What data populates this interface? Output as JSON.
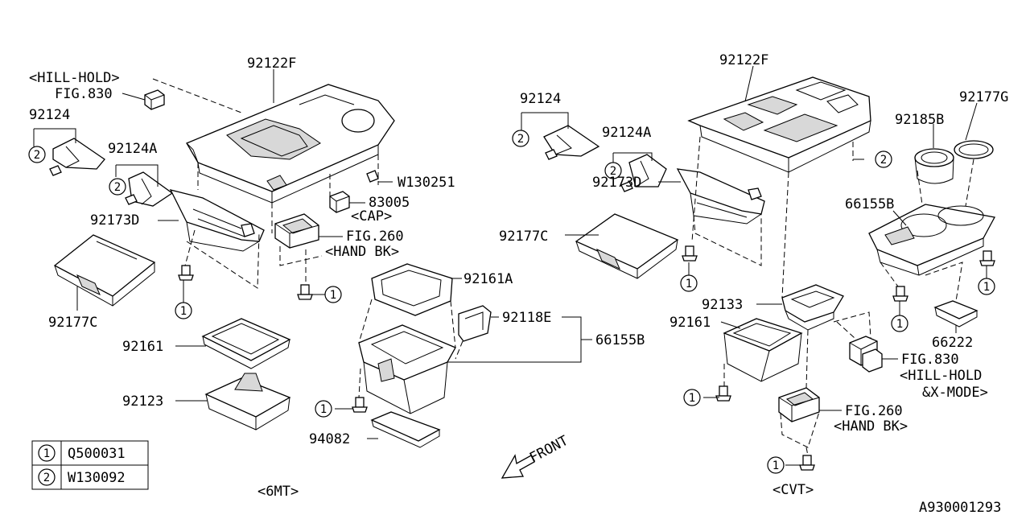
{
  "labels": {
    "hillhold_l": "<HILL-HOLD>",
    "fig830_l": "FIG.830",
    "p92122F_l": "92122F",
    "p92124_l": "92124",
    "p92124A_l": "92124A",
    "p92173D_l": "92173D",
    "pW130251": "W130251",
    "p83005": "83005",
    "cap": "<CAP>",
    "fig260_l": "FIG.260",
    "handbk_l": "<HAND BK>",
    "p92177C_l": "92177C",
    "p92161A": "92161A",
    "p92161_l": "92161",
    "p92118E": "92118E",
    "p66155B_c": "66155B",
    "p92123": "92123",
    "p94082": "94082",
    "p6mt": "<6MT>",
    "front": "FRONT",
    "p92124_r": "92124",
    "p92124A_r": "92124A",
    "p92173D_r": "92173D",
    "p92177C_r": "92177C",
    "p92122F_r": "92122F",
    "p92177G": "92177G",
    "p92185B": "92185B",
    "p66155B_r": "66155B",
    "p92133": "92133",
    "p92161_r": "92161",
    "p66222": "66222",
    "fig830_r": "FIG.830",
    "hillhold_r": "<HILL-HOLD",
    "xmode": "&X-MODE>",
    "fig260_r": "FIG.260",
    "handbk_r": "<HAND BK>",
    "cvt": "<CVT>",
    "code": "A930001293"
  },
  "callout_markers": {
    "one": "1",
    "two": "2"
  },
  "legend": [
    {
      "marker": "1",
      "part_no": "Q500031"
    },
    {
      "marker": "2",
      "part_no": "W130092"
    }
  ]
}
